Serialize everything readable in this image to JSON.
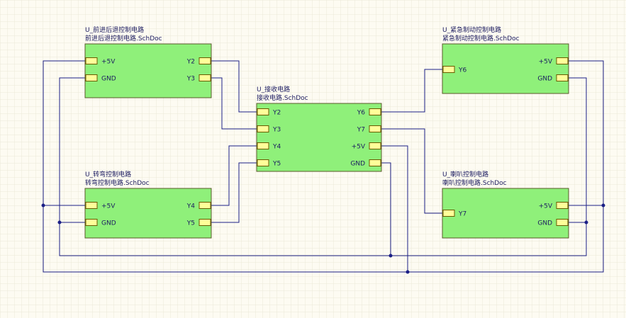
{
  "sheet": {
    "background": "#fdfbf2",
    "grid_color": "#ece8d8",
    "block_fill": "#8ff07a",
    "block_border": "#5a5a2a",
    "port_fill": "#ffff99",
    "port_border": "#6b5a00",
    "wire_color": "#1b1f86",
    "text_color": "#1b1b60"
  },
  "blocks": [
    {
      "id": "forward",
      "designator": "U_前进后退控制电路",
      "filename": "前进后退控制电路.SchDoc",
      "ports": [
        {
          "name": "+5V",
          "side": "left"
        },
        {
          "name": "GND",
          "side": "left"
        },
        {
          "name": "Y2",
          "side": "right"
        },
        {
          "name": "Y3",
          "side": "right"
        }
      ]
    },
    {
      "id": "steer",
      "designator": "U_转弯控制电路",
      "filename": "转弯控制电路.SchDoc",
      "ports": [
        {
          "name": "+5V",
          "side": "left"
        },
        {
          "name": "GND",
          "side": "left"
        },
        {
          "name": "Y4",
          "side": "right"
        },
        {
          "name": "Y5",
          "side": "right"
        }
      ]
    },
    {
      "id": "receive",
      "designator": "U_接收电路",
      "filename": "接收电路.SchDoc",
      "ports": [
        {
          "name": "Y2",
          "side": "left"
        },
        {
          "name": "Y3",
          "side": "left"
        },
        {
          "name": "Y4",
          "side": "left"
        },
        {
          "name": "Y5",
          "side": "left"
        },
        {
          "name": "Y6",
          "side": "right"
        },
        {
          "name": "Y7",
          "side": "right"
        },
        {
          "name": "+5V",
          "side": "right"
        },
        {
          "name": "GND",
          "side": "right"
        }
      ]
    },
    {
      "id": "brake",
      "designator": "U_紧急制动控制电路",
      "filename": "紧急制动控制电路.SchDoc",
      "ports": [
        {
          "name": "Y6",
          "side": "left"
        },
        {
          "name": "+5V",
          "side": "right"
        },
        {
          "name": "GND",
          "side": "right"
        }
      ]
    },
    {
      "id": "horn",
      "designator": "U_喇叭控制电路",
      "filename": "喇叭控制电路.SchDoc",
      "ports": [
        {
          "name": "Y7",
          "side": "left"
        },
        {
          "name": "+5V",
          "side": "right"
        },
        {
          "name": "GND",
          "side": "right"
        }
      ]
    }
  ]
}
